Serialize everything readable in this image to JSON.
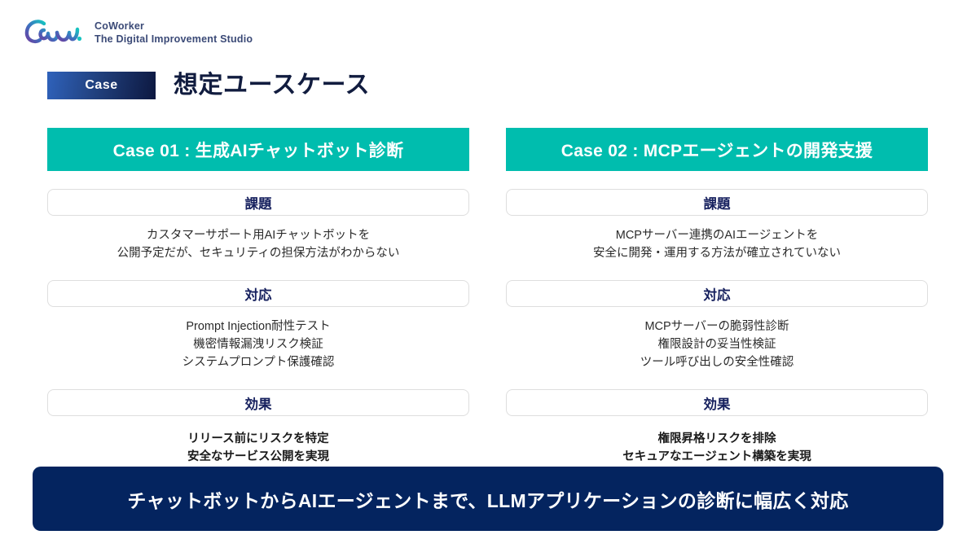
{
  "brand": {
    "logo_icon": "coworker-cow-logo",
    "name": "CoWorker",
    "tagline": "The Digital Improvement Studio"
  },
  "header": {
    "badge_label": "Case",
    "title": "想定ユースケース"
  },
  "colors": {
    "teal": "#00bdae",
    "navy": "#04245f",
    "heading_navy": "#16205e",
    "badge_gradient_start": "#2f62bb",
    "badge_gradient_end": "#0d1840",
    "card_border": "#dedede"
  },
  "cases": [
    {
      "header": "Case 01 : 生成AIチャットボット診断",
      "sections": [
        {
          "label": "課題",
          "lines": [
            "カスタマーサポート用AIチャットボットを",
            "公開予定だが、セキュリティの担保方法がわからない"
          ],
          "emphasis": false
        },
        {
          "label": "対応",
          "lines": [
            "Prompt Injection耐性テスト",
            "機密情報漏洩リスク検証",
            "システムプロンプト保護確認"
          ],
          "emphasis": false
        },
        {
          "label": "効果",
          "lines": [
            "リリース前にリスクを特定",
            "安全なサービス公開を実現"
          ],
          "emphasis": true
        }
      ]
    },
    {
      "header": "Case 02 : MCPエージェントの開発支援",
      "sections": [
        {
          "label": "課題",
          "lines": [
            "MCPサーバー連携のAIエージェントを",
            "安全に開発・運用する方法が確立されていない"
          ],
          "emphasis": false
        },
        {
          "label": "対応",
          "lines": [
            "MCPサーバーの脆弱性診断",
            "権限設計の妥当性検証",
            "ツール呼び出しの安全性確認"
          ],
          "emphasis": false
        },
        {
          "label": "効果",
          "lines": [
            "権限昇格リスクを排除",
            "セキュアなエージェント構築を実現"
          ],
          "emphasis": true
        }
      ]
    }
  ],
  "banner": {
    "text": "チャットボットからAIエージェントまで、LLMアプリケーションの診断に幅広く対応"
  }
}
